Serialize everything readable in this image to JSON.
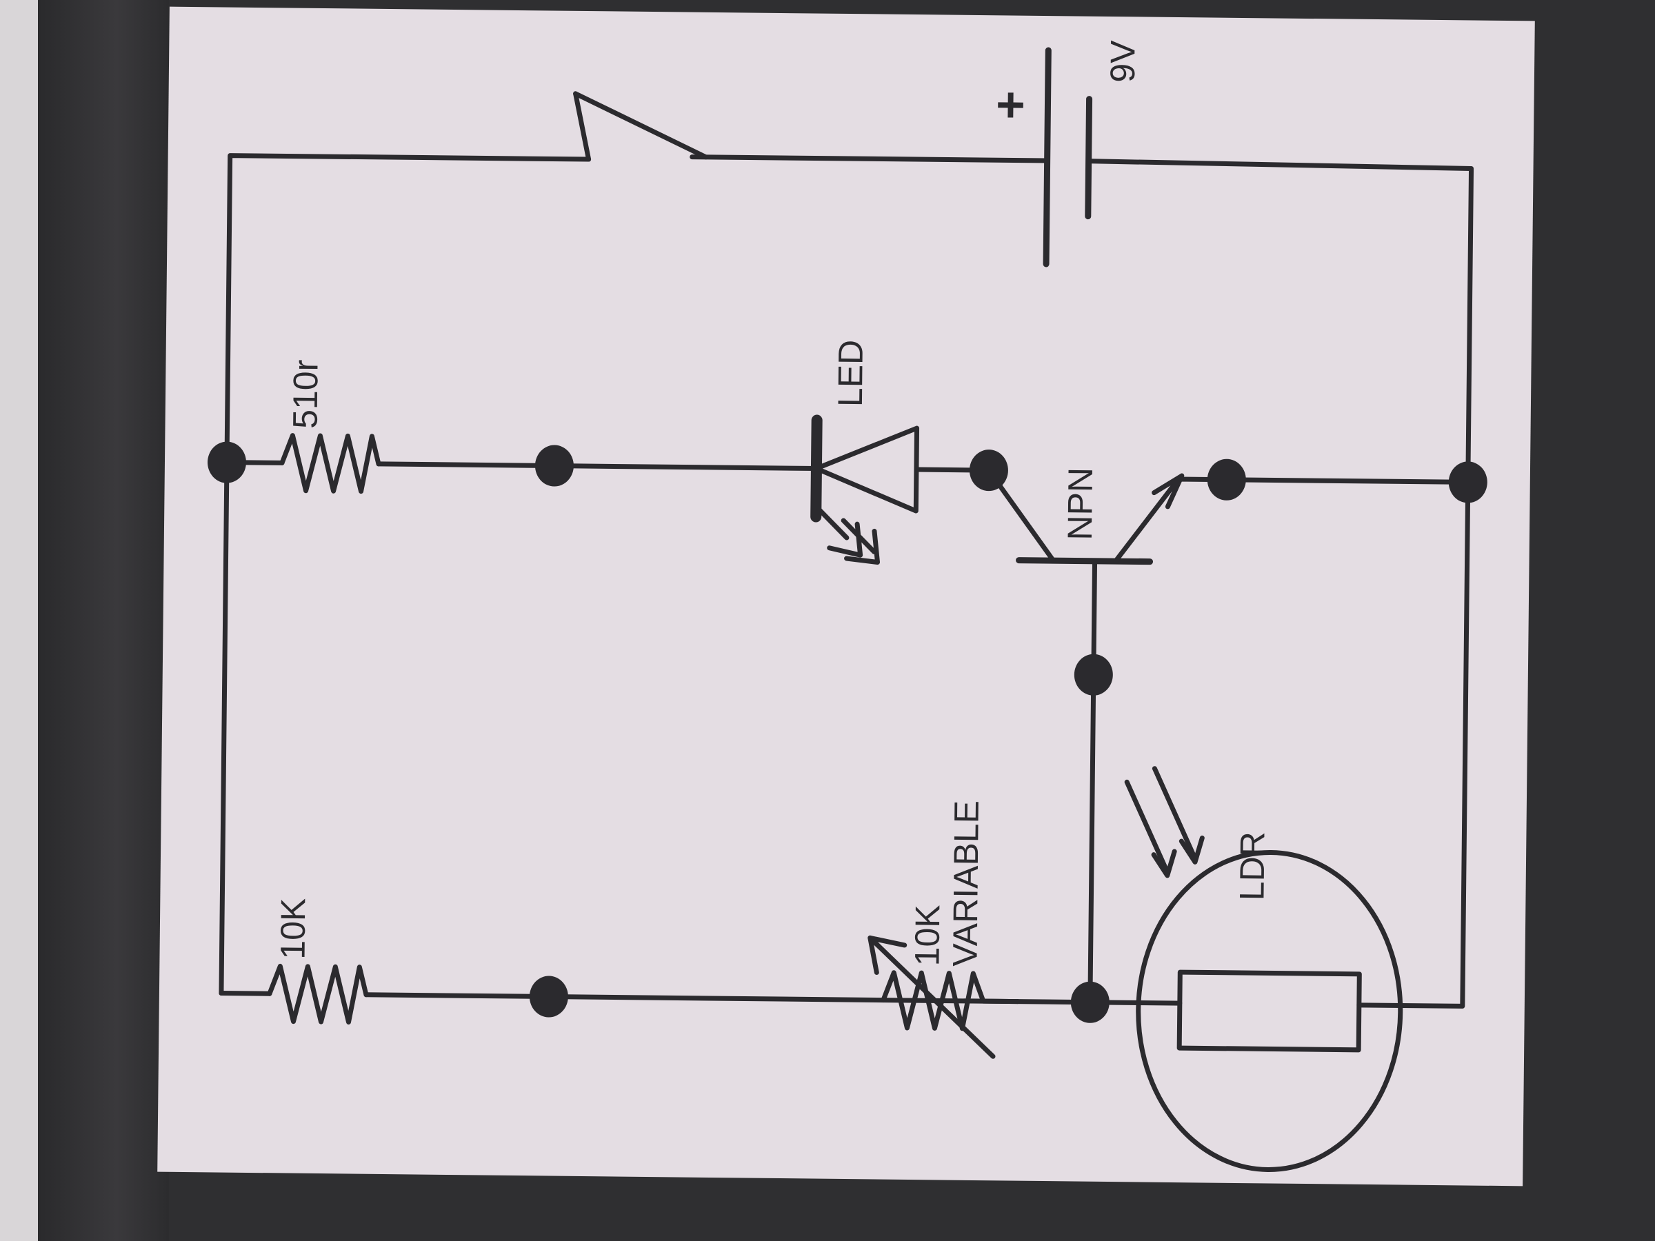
{
  "diagram": {
    "components": {
      "resistor_top": "510r",
      "led": "LED",
      "battery_voltage": "9V",
      "battery_positive": "+",
      "transistor": "NPN",
      "resistor_bottom": "10K",
      "variable_resistor_line1": "10K",
      "variable_resistor_line2": "VARIABLE",
      "ldr": "LDR"
    }
  }
}
